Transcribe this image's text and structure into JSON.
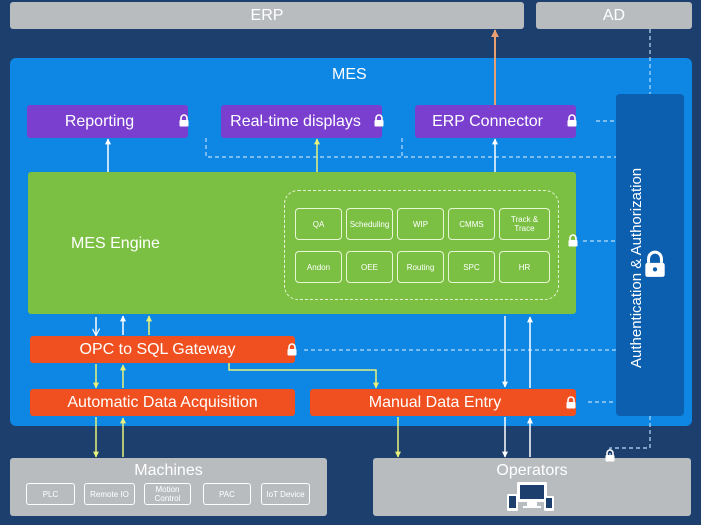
{
  "top": {
    "erp": "ERP",
    "ad": "AD"
  },
  "mes": {
    "title": "MES",
    "services": [
      "Reporting",
      "Real-time displays",
      "ERP Connector"
    ],
    "engine": {
      "title": "MES Engine",
      "modules": [
        "QA",
        "Scheduling",
        "WIP",
        "CMMS",
        "Track & Trace",
        "Andon",
        "OEE",
        "Routing",
        "SPC",
        "HR"
      ]
    },
    "gateway": "OPC to SQL Gateway",
    "acquisition": "Automatic Data Acquisition",
    "manual_entry": "Manual Data Entry",
    "auth": "Authentication & Authorization"
  },
  "machines": {
    "title": "Machines",
    "devices": [
      "PLC",
      "Remote IO",
      "Motion Control",
      "PAC",
      "IoT Device"
    ]
  },
  "operators": {
    "title": "Operators"
  },
  "icons": [
    "lock-icon",
    "devices-icon"
  ],
  "colors": {
    "background": "#1d3f6e",
    "mes": "#0d86e4",
    "service": "#7b3fd0",
    "engine": "#7bc043",
    "io": "#f0501f",
    "external": "#b9bcbf",
    "auth": "#0c5fae",
    "flow_white": "#ffffff",
    "flow_yellow": "#e8f27a",
    "erp_arrow": "#e8a070"
  }
}
